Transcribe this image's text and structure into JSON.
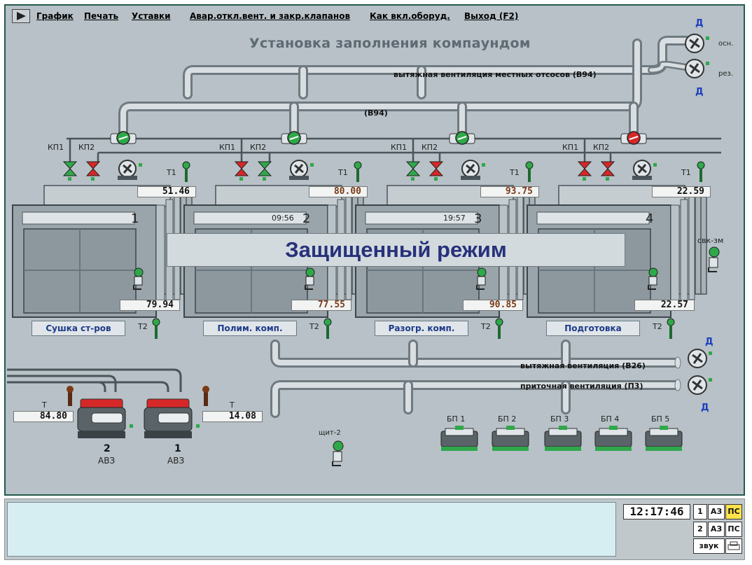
{
  "menu": {
    "graph": "График",
    "print": "Печать",
    "setpoints": "Уставки",
    "emergency": "Авар.откл.вент. и закр.клапанов",
    "how_to": "Как вкл.оборуд.",
    "exit": "Выход (F2)"
  },
  "title": "Установка заполнения компаундом",
  "ducts": {
    "local_exhaust": "вытяжная вентиляция местных отсосов (В94)",
    "b94": "(В94)",
    "exhaust": "вытяжная вентиляция (В26)",
    "supply": "приточная вентиляция (П3)"
  },
  "fans_top": {
    "d_top": "Д",
    "d_bottom": "Д",
    "main": "осн.",
    "reserve": "рез."
  },
  "fans_bottom": {
    "d_top": "Д",
    "d_bottom": "Д"
  },
  "valve_labels": {
    "kp1": "КП1",
    "kp2": "КП2"
  },
  "sensors": {
    "t1": "Т1",
    "t2": "Т2",
    "svk": "свк-зм",
    "shield": "щит-2"
  },
  "colors": {
    "green": "#2fa84a",
    "red": "#d62828",
    "frame": "#255a4c",
    "bg": "#b7c1c7"
  },
  "units": [
    {
      "number": "1",
      "t1": "51.46",
      "t2": "79.94",
      "timer": "",
      "mode": "Сушка ст-ров",
      "t1_style": "normal",
      "t2_style": "normal",
      "top_valve": "green",
      "kp1_state": "green",
      "kp2_state": "red"
    },
    {
      "number": "2",
      "t1": "80.00",
      "t2": "77.55",
      "timer": "09:56",
      "mode": "Полим. комп.",
      "t1_style": "brown",
      "t2_style": "brown",
      "top_valve": "green",
      "kp1_state": "red",
      "kp2_state": "green"
    },
    {
      "number": "3",
      "t1": "93.75",
      "t2": "90.85",
      "timer": "19:57",
      "mode": "Разогр. комп.",
      "t1_style": "brown",
      "t2_style": "brown",
      "top_valve": "green",
      "kp1_state": "green",
      "kp2_state": "red"
    },
    {
      "number": "4",
      "t1": "22.59",
      "t2": "22.57",
      "timer": "",
      "mode": "Подготовка",
      "t1_style": "normal",
      "t2_style": "normal",
      "top_valve": "red",
      "kp1_state": "red",
      "kp2_state": "red"
    }
  ],
  "protected_mode": "Защищенный режим",
  "pumps": [
    {
      "number": "2",
      "name": "АВЗ",
      "t_label": "Т",
      "t_value": "84.80"
    },
    {
      "number": "1",
      "name": "АВЗ",
      "t_label": "Т",
      "t_value": "14.08"
    }
  ],
  "power_units": [
    "БП 1",
    "БП 2",
    "БП 3",
    "БП 4",
    "БП 5"
  ],
  "status": {
    "time": "12:17:46",
    "row1": [
      "1",
      "АЗ",
      "ПС"
    ],
    "row2": [
      "2",
      "АЗ",
      "ПС"
    ],
    "sound": "звук"
  }
}
